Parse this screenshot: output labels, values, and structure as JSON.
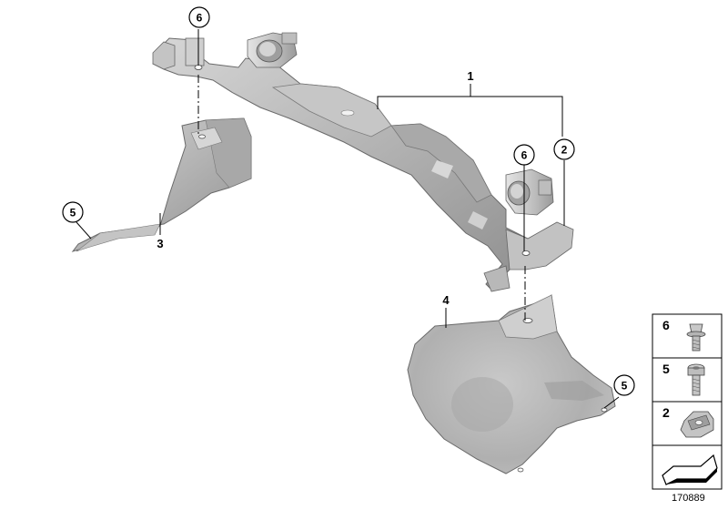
{
  "callouts": {
    "part1": "1",
    "part2": "2",
    "part3": "3",
    "part4": "4",
    "part5_left": "5",
    "part5_right": "5",
    "part6_left": "6",
    "part6_right": "6"
  },
  "legend": {
    "items": [
      {
        "number": "6",
        "icon": "screw-with-collar-icon"
      },
      {
        "number": "5",
        "icon": "torx-screw-icon"
      },
      {
        "number": "2",
        "icon": "spring-nut-clip-icon"
      }
    ],
    "arrow_icon": "navigation-arrow-icon"
  },
  "diagram_ref": "170889",
  "colors": {
    "part_fill": "#b9b9b9",
    "part_dark": "#8e8e8e",
    "part_light": "#dcdcdc",
    "outline": "#555555"
  }
}
